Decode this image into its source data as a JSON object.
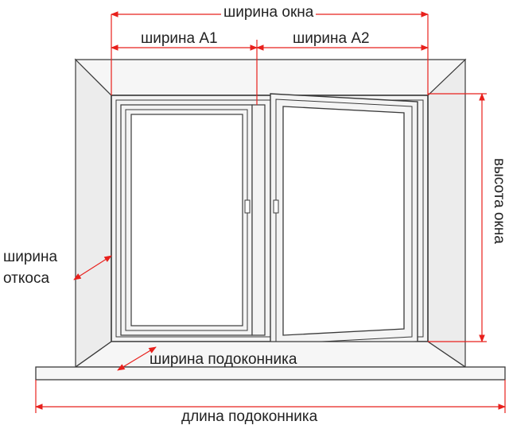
{
  "labels": {
    "window_width": "ширина окна",
    "width_a1": "ширина А1",
    "width_a2": "ширина А2",
    "window_height": "высота окна",
    "reveal_width_line1": "ширина",
    "reveal_width_line2": "откоса",
    "sill_width": "ширина подоконника",
    "sill_length": "длина подоконника"
  },
  "colors": {
    "dimension": "#e8201c",
    "outline": "#3a3a3a",
    "frame_fill": "#f4f4f4",
    "reveal_fill": "#ececec",
    "text": "#222222"
  }
}
